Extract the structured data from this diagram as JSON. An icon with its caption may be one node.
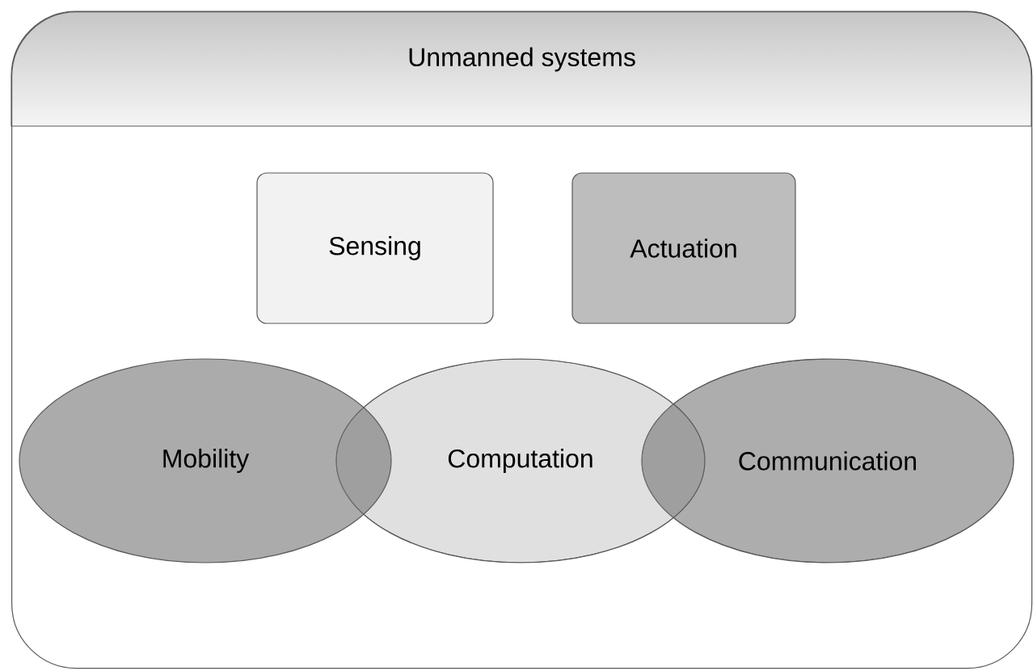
{
  "diagram": {
    "nodes": [
      {
        "text": [
          "Unmanned systems"
        ]
      },
      {
        "text": [
          "Sensing"
        ],
        "in": 0
      },
      {
        "text": [
          "Actuation"
        ],
        "in": 0
      },
      {
        "text": [
          "Mobility"
        ],
        "in": 0
      },
      {
        "text": [
          "Computation"
        ],
        "in": 0
      },
      {
        "text": [
          "Communication"
        ],
        "in": 0
      }
    ]
  }
}
